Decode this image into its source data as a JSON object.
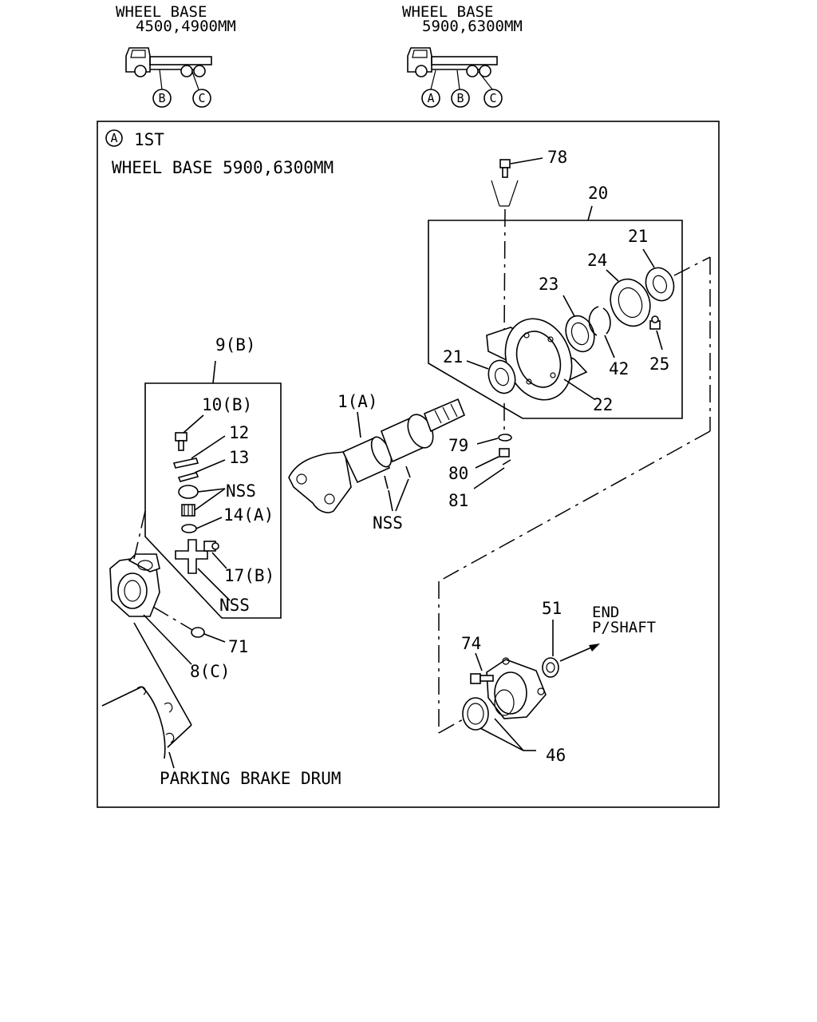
{
  "headers": {
    "left": {
      "line1": "WHEEL BASE",
      "line2": "4500,4900MM"
    },
    "right": {
      "line1": "WHEEL BASE",
      "line2": "5900,6300MM"
    }
  },
  "circle_labels": {
    "a": "A",
    "b": "B",
    "c": "C"
  },
  "panel": {
    "marker_text": "1ST",
    "wheelbase_text": "WHEEL BASE 5900,6300MM"
  },
  "callouts": {
    "p78": "78",
    "p20": "20",
    "p21_top": "21",
    "p24": "24",
    "p23": "23",
    "p21_left": "21",
    "p42": "42",
    "p25": "25",
    "p22": "22",
    "p9": "9(B)",
    "p10": "10(B)",
    "p12": "12",
    "p13": "13",
    "p14": "14(A)",
    "p17": "17(B)",
    "p1": "1(A)",
    "p79": "79",
    "p80": "80",
    "p81": "81",
    "p71": "71",
    "p8": "8(C)",
    "p51": "51",
    "p74": "74",
    "p46": "46",
    "nss_1": "NSS",
    "nss_2": "NSS",
    "nss_3": "NSS"
  },
  "notes": {
    "end_line1": "END",
    "end_line2": "P/SHAFT",
    "parking": "PARKING BRAKE DRUM"
  }
}
